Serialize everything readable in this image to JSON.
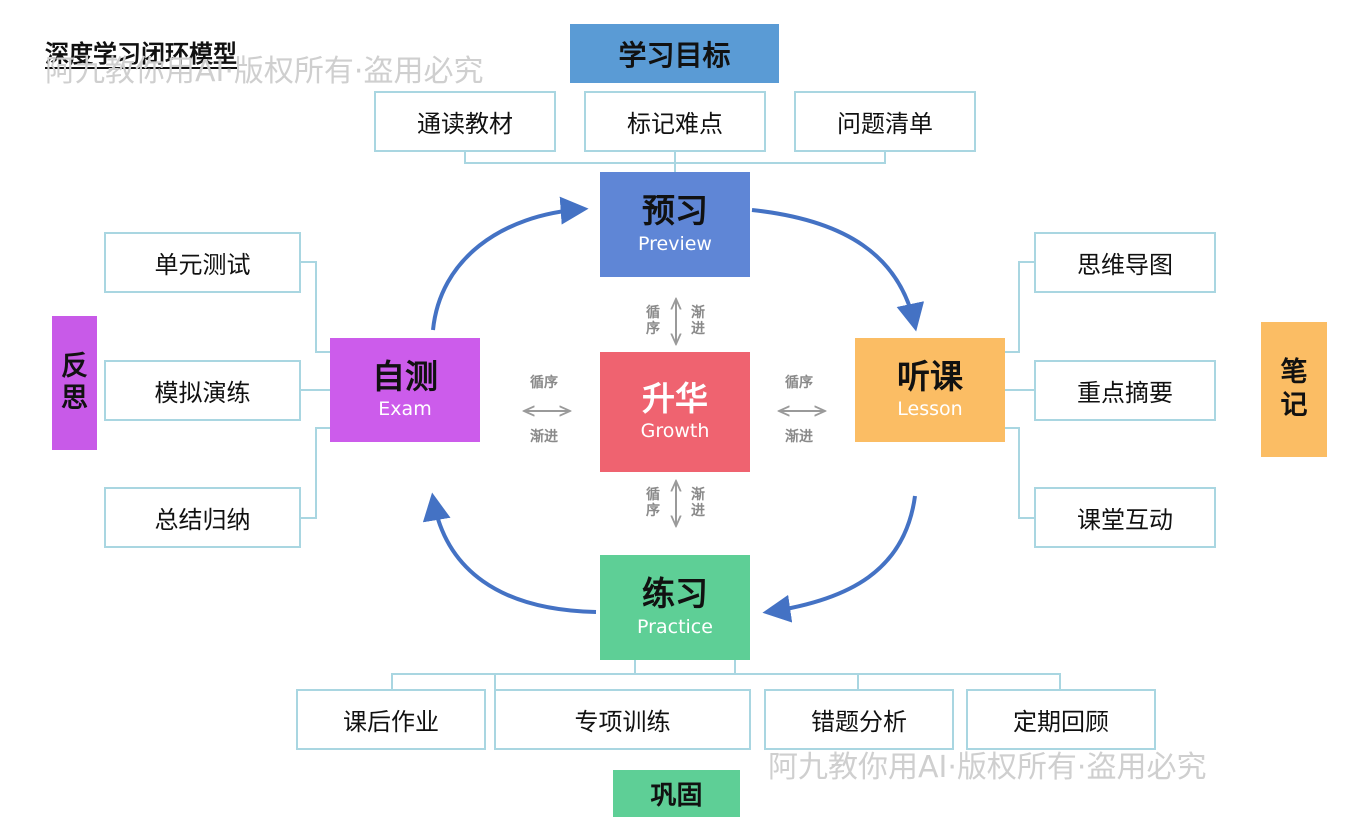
{
  "title": "深度学习闭环模型",
  "watermark": "阿九教你用AI·版权所有·盗用必究",
  "goal": "学习目标",
  "consolidate": "巩固",
  "reflect": [
    "反",
    "思"
  ],
  "notes": [
    "笔",
    "记"
  ],
  "nodes": {
    "preview": {
      "zh": "预习",
      "en": "Preview"
    },
    "exam": {
      "zh": "自测",
      "en": "Exam"
    },
    "growth": {
      "zh": "升华",
      "en": "Growth"
    },
    "lesson": {
      "zh": "听课",
      "en": "Lesson"
    },
    "practice": {
      "zh": "练习",
      "en": "Practice"
    }
  },
  "top_items": [
    "通读教材",
    "标记难点",
    "问题清单"
  ],
  "left_items": [
    "单元测试",
    "模拟演练",
    "总结归纳"
  ],
  "right_items": [
    "思维导图",
    "重点摘要",
    "课堂互动"
  ],
  "bottom_items": [
    "课后作业",
    "专项训练",
    "错题分析",
    "定期回顾"
  ],
  "connector": {
    "a": "循序",
    "b": "渐进",
    "a_chars": [
      "循",
      "序"
    ],
    "b_chars": [
      "渐",
      "进"
    ]
  },
  "colors": {
    "preview": "#5f86d6",
    "exam": "#cc5ceb",
    "growth": "#ef6370",
    "lesson": "#fbbd64",
    "practice": "#5ecf96",
    "goal": "#5a9bd5",
    "arrow": "#4472c4",
    "box_border": "#a9d6e1"
  }
}
